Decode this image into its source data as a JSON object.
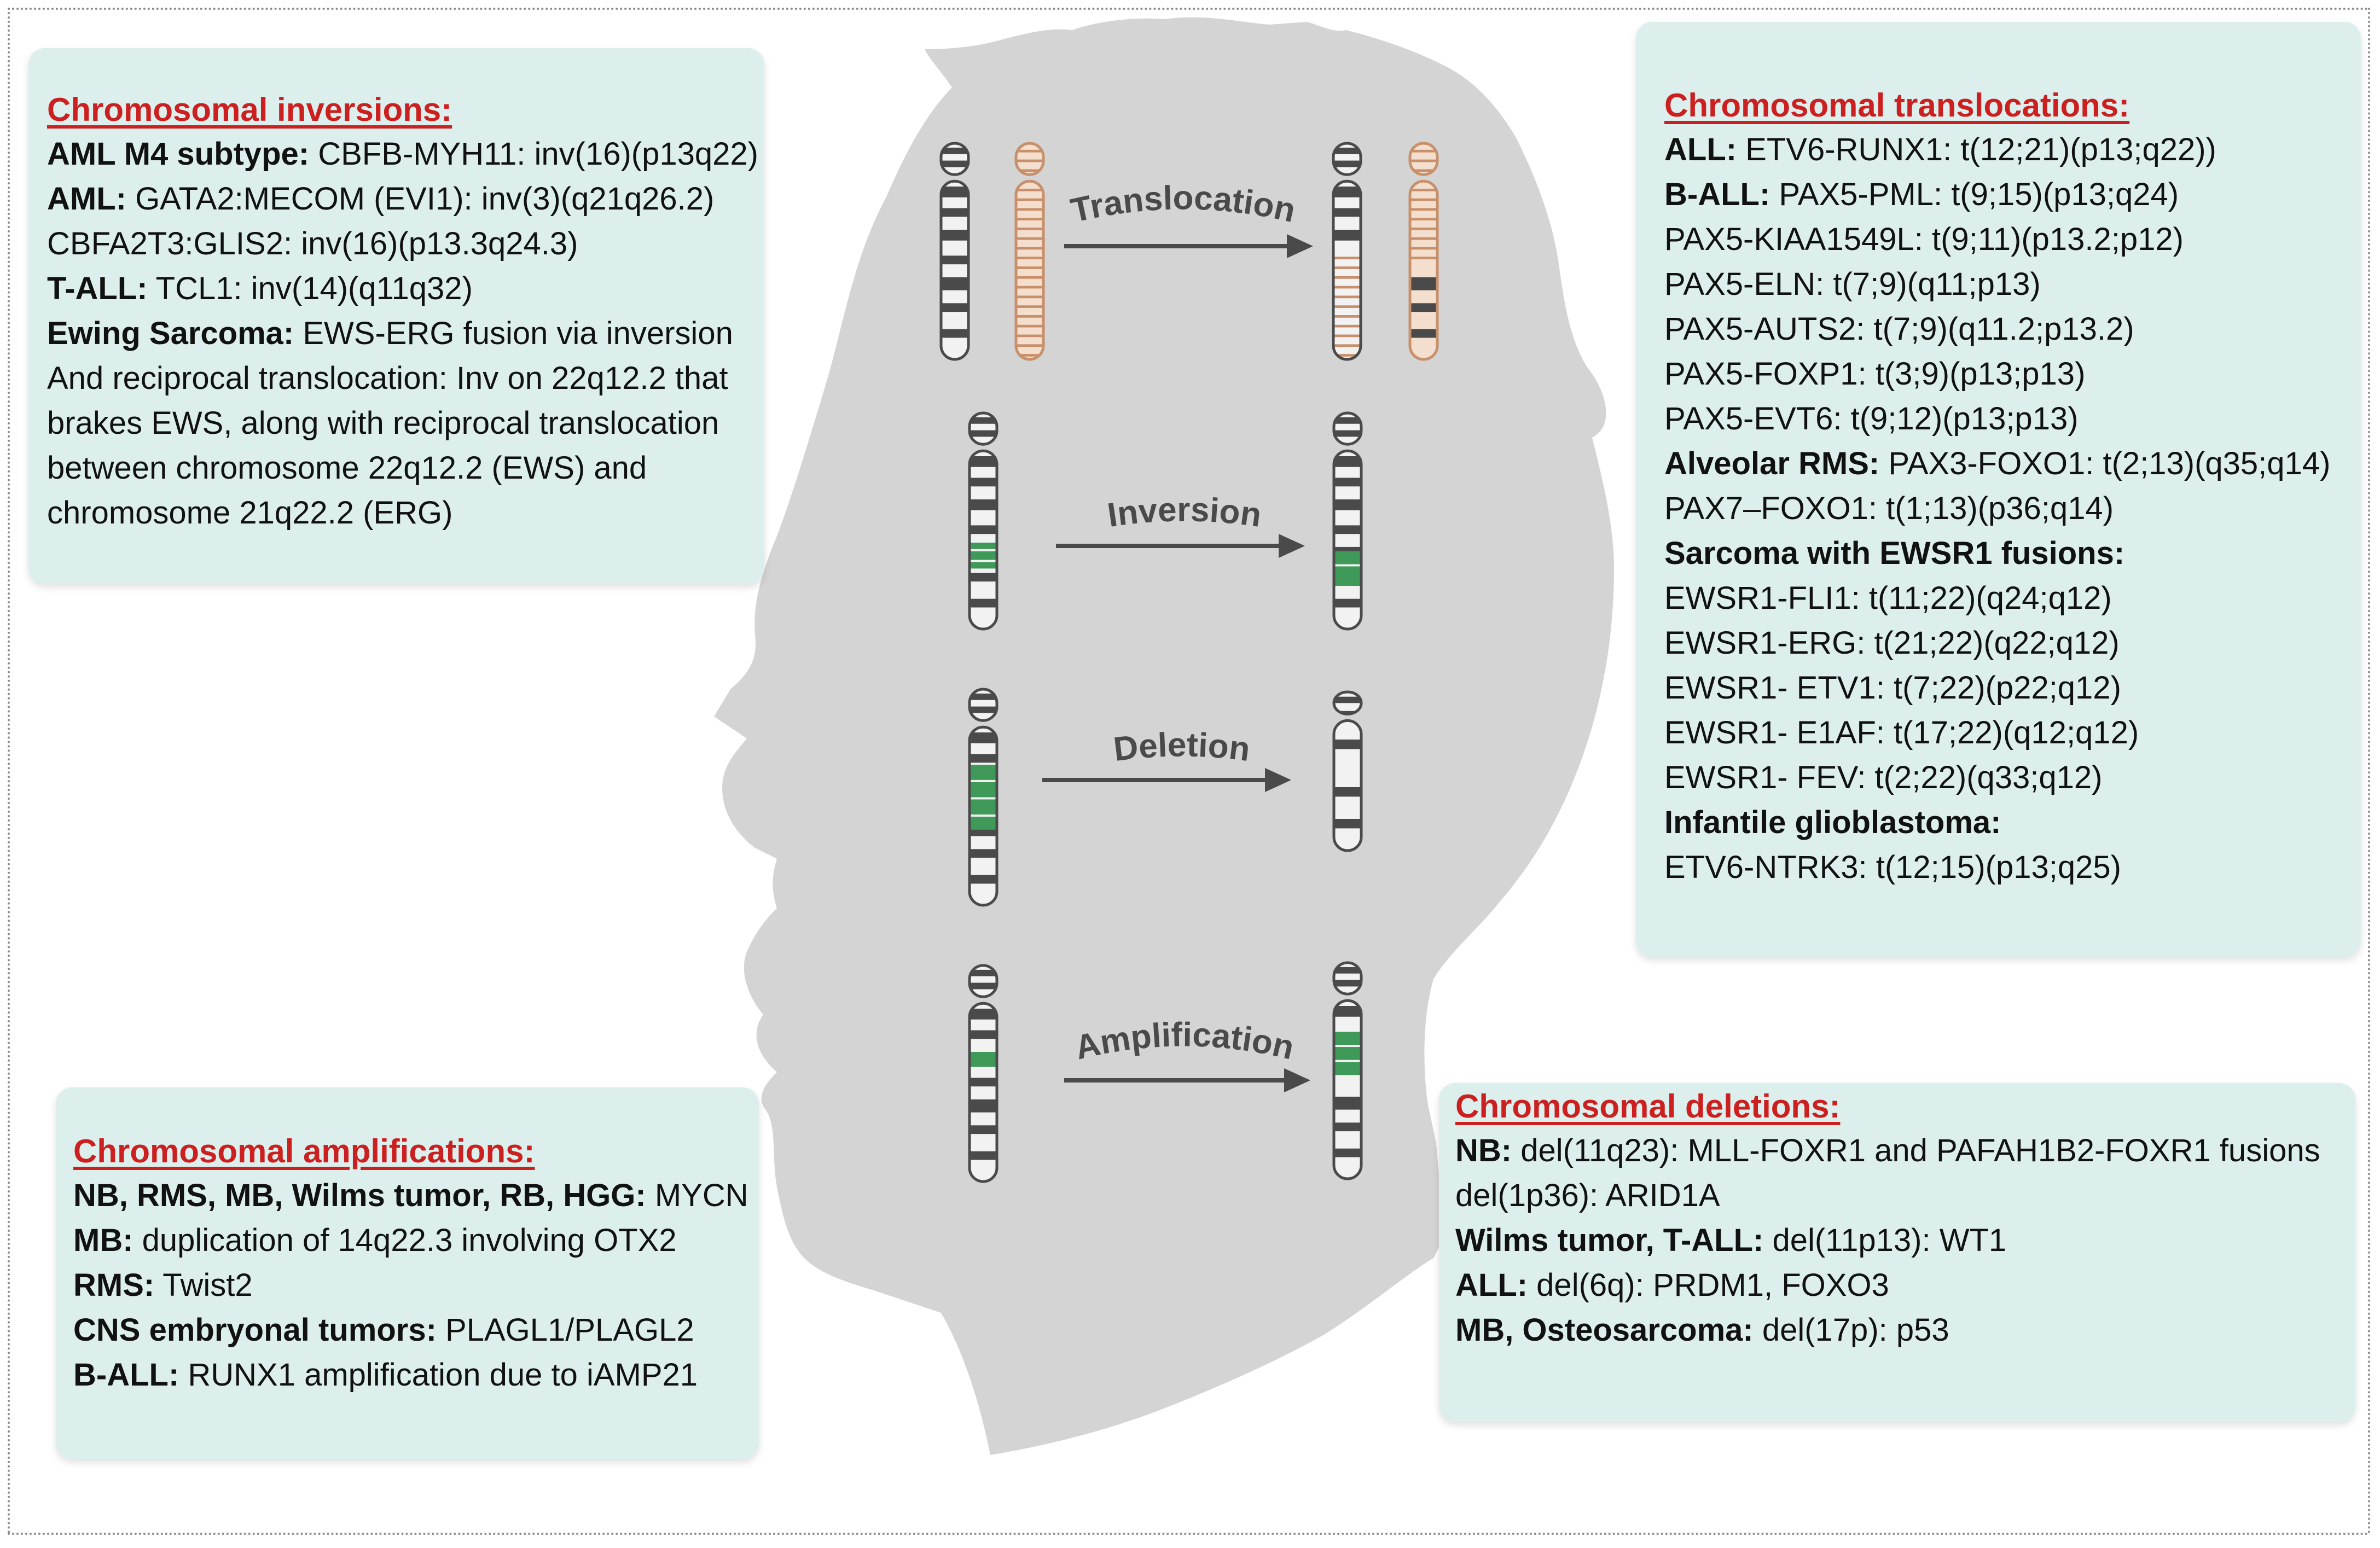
{
  "inversions": {
    "title": "Chromosomal inversions:",
    "lines": [
      {
        "label": "AML M4 subtype:",
        "text": " CBFB-MYH11: inv(16)(p13q22)"
      },
      {
        "label": "AML:",
        "text": " GATA2:MECOM (EVI1): inv(3)(q21q26.2)"
      },
      {
        "label": "",
        "text": "CBFA2T3:GLIS2: inv(16)(p13.3q24.3)"
      },
      {
        "label": "T-ALL:",
        "text": " TCL1: inv(14)(q11q32)"
      },
      {
        "label": "Ewing Sarcoma:",
        "text": " EWS-ERG fusion via inversion"
      },
      {
        "label": "",
        "text": "And reciprocal translocation: Inv on 22q12.2 that"
      },
      {
        "label": "",
        "text": "brakes EWS, along with reciprocal translocation"
      },
      {
        "label": "",
        "text": "between chromosome 22q12.2 (EWS) and"
      },
      {
        "label": "",
        "text": "chromosome 21q22.2 (ERG)"
      }
    ]
  },
  "amplifications": {
    "title": "Chromosomal amplifications:",
    "lines": [
      {
        "label": "NB, RMS, MB, Wilms tumor, RB, HGG:",
        "text": " MYCN"
      },
      {
        "label": "MB:",
        "text": " duplication of 14q22.3 involving OTX2"
      },
      {
        "label": "RMS:",
        "text": " Twist2"
      },
      {
        "label": "CNS embryonal tumors:",
        "text": " PLAGL1/PLAGL2"
      },
      {
        "label": "B-ALL:",
        "text": " RUNX1 amplification due to iAMP21"
      }
    ]
  },
  "translocations": {
    "title": "Chromosomal translocations:",
    "lines": [
      {
        "label": "ALL:",
        "text": " ETV6-RUNX1: t(12;21)(p13;q22))"
      },
      {
        "label": "B-ALL:",
        "text": " PAX5-PML: t(9;15)(p13;q24)"
      },
      {
        "label": "",
        "text": "PAX5-KIAA1549L: t(9;11)(p13.2;p12)"
      },
      {
        "label": "",
        "text": "PAX5-ELN: t(7;9)(q11;p13)"
      },
      {
        "label": "",
        "text": "PAX5-AUTS2: t(7;9)(q11.2;p13.2)"
      },
      {
        "label": "",
        "text": "PAX5-FOXP1: t(3;9)(p13;p13)"
      },
      {
        "label": "",
        "text": "PAX5-EVT6: t(9;12)(p13;p13)"
      },
      {
        "label": "Alveolar RMS:",
        "text": " PAX3-FOXO1: t(2;13)(q35;q14)"
      },
      {
        "label": "",
        "text": "PAX7–FOXO1: t(1;13)(p36;q14)"
      },
      {
        "label": "Sarcoma with EWSR1 fusions:",
        "text": ""
      },
      {
        "label": "",
        "text": "EWSR1-FLI1: t(11;22)(q24;q12)"
      },
      {
        "label": "",
        "text": "EWSR1-ERG: t(21;22)(q22;q12)"
      },
      {
        "label": "",
        "text": "EWSR1- ETV1: t(7;22)(p22;q12)"
      },
      {
        "label": "",
        "text": "EWSR1- E1AF: t(17;22)(q12;q12)"
      },
      {
        "label": "",
        "text": "EWSR1- FEV: t(2;22)(q33;q12)"
      },
      {
        "label": "Infantile glioblastoma:",
        "text": ""
      },
      {
        "label": "",
        "text": "ETV6-NTRK3: t(12;15)(p13;q25)"
      }
    ]
  },
  "deletions": {
    "title": "Chromosomal deletions:",
    "lines": [
      {
        "label": "NB:",
        "text": " del(11q23): MLL-FOXR1 and PAFAH1B2-FOXR1 fusions"
      },
      {
        "label": "",
        "text": "del(1p36): ARID1A"
      },
      {
        "label": "Wilms tumor, T-ALL:",
        "text": " del(11p13): WT1"
      },
      {
        "label": "ALL:",
        "text": " del(6q): PRDM1, FOXO3"
      },
      {
        "label": "MB, Osteosarcoma:",
        "text": " del(17p): p53"
      }
    ]
  },
  "diagram": {
    "translocation_label": "Translocation",
    "inversion_label": "Inversion",
    "deletion_label": "Deletion",
    "amplification_label": "Amplification",
    "colors": {
      "head": "#d4d4d4",
      "chrom_dark": "#4a4a4a",
      "chrom_light": "#f2f2f2",
      "chrom_orange": "#c8906a",
      "chrom_orange_light": "#f4dfcf",
      "highlight_green": "#3f9a5a",
      "arrow": "#4a4a4a",
      "title_red": "#cc1f1f",
      "panel_bg": "#dcefec"
    }
  }
}
